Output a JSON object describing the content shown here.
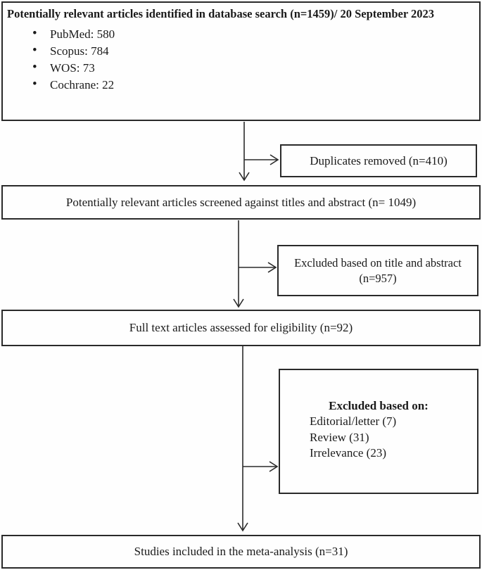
{
  "figure": {
    "type": "prisma-flow-diagram",
    "background_color": "#fefefe",
    "line_color": "#2a2a2a",
    "nodes": {
      "identification": {
        "title": "Potentially relevant articles identified in database search (n=1459)/ 20 September 2023",
        "items": [
          "PubMed: 580",
          "Scopus: 784",
          "WOS: 73",
          "Cochrane: 22"
        ]
      },
      "duplicates_removed": {
        "label": "Duplicates removed (n=410)"
      },
      "screening": {
        "label": "Potentially relevant articles screened against titles and abstract (n= 1049)"
      },
      "excluded_title_abstract": {
        "line1": "Excluded based on title and abstract",
        "line2": "(n=957)"
      },
      "eligibility": {
        "label": "Full text articles assessed for eligibility (n=92)"
      },
      "excluded_full_text": {
        "title": "Excluded based on:",
        "items": [
          "Editorial/letter (7)",
          "Review (31)",
          "Irrelevance (23)"
        ]
      },
      "included": {
        "label": "Studies included in the meta-analysis (n=31)"
      }
    }
  }
}
